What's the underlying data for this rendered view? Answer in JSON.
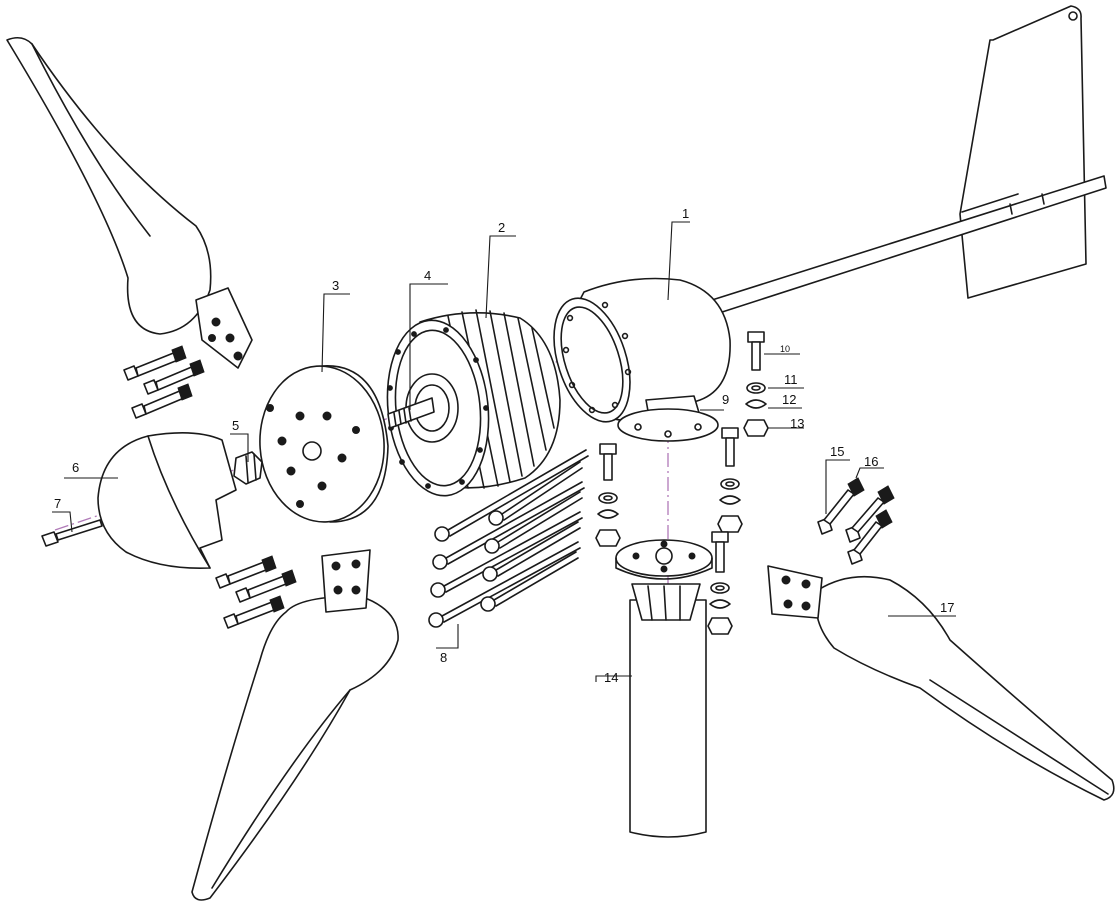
{
  "part_labels": {
    "p1": "1",
    "p2": "2",
    "p3": "3",
    "p4": "4",
    "p5": "5",
    "p6": "6",
    "p7": "7",
    "p8": "8",
    "p9": "9",
    "p10": "10",
    "p11": "11",
    "p12": "12",
    "p13": "13",
    "p14": "14",
    "p15": "15",
    "p16": "16",
    "p17": "17"
  },
  "colors": {
    "line": "#1a1a1a",
    "axis": "#b07ab8",
    "background": "#ffffff"
  }
}
